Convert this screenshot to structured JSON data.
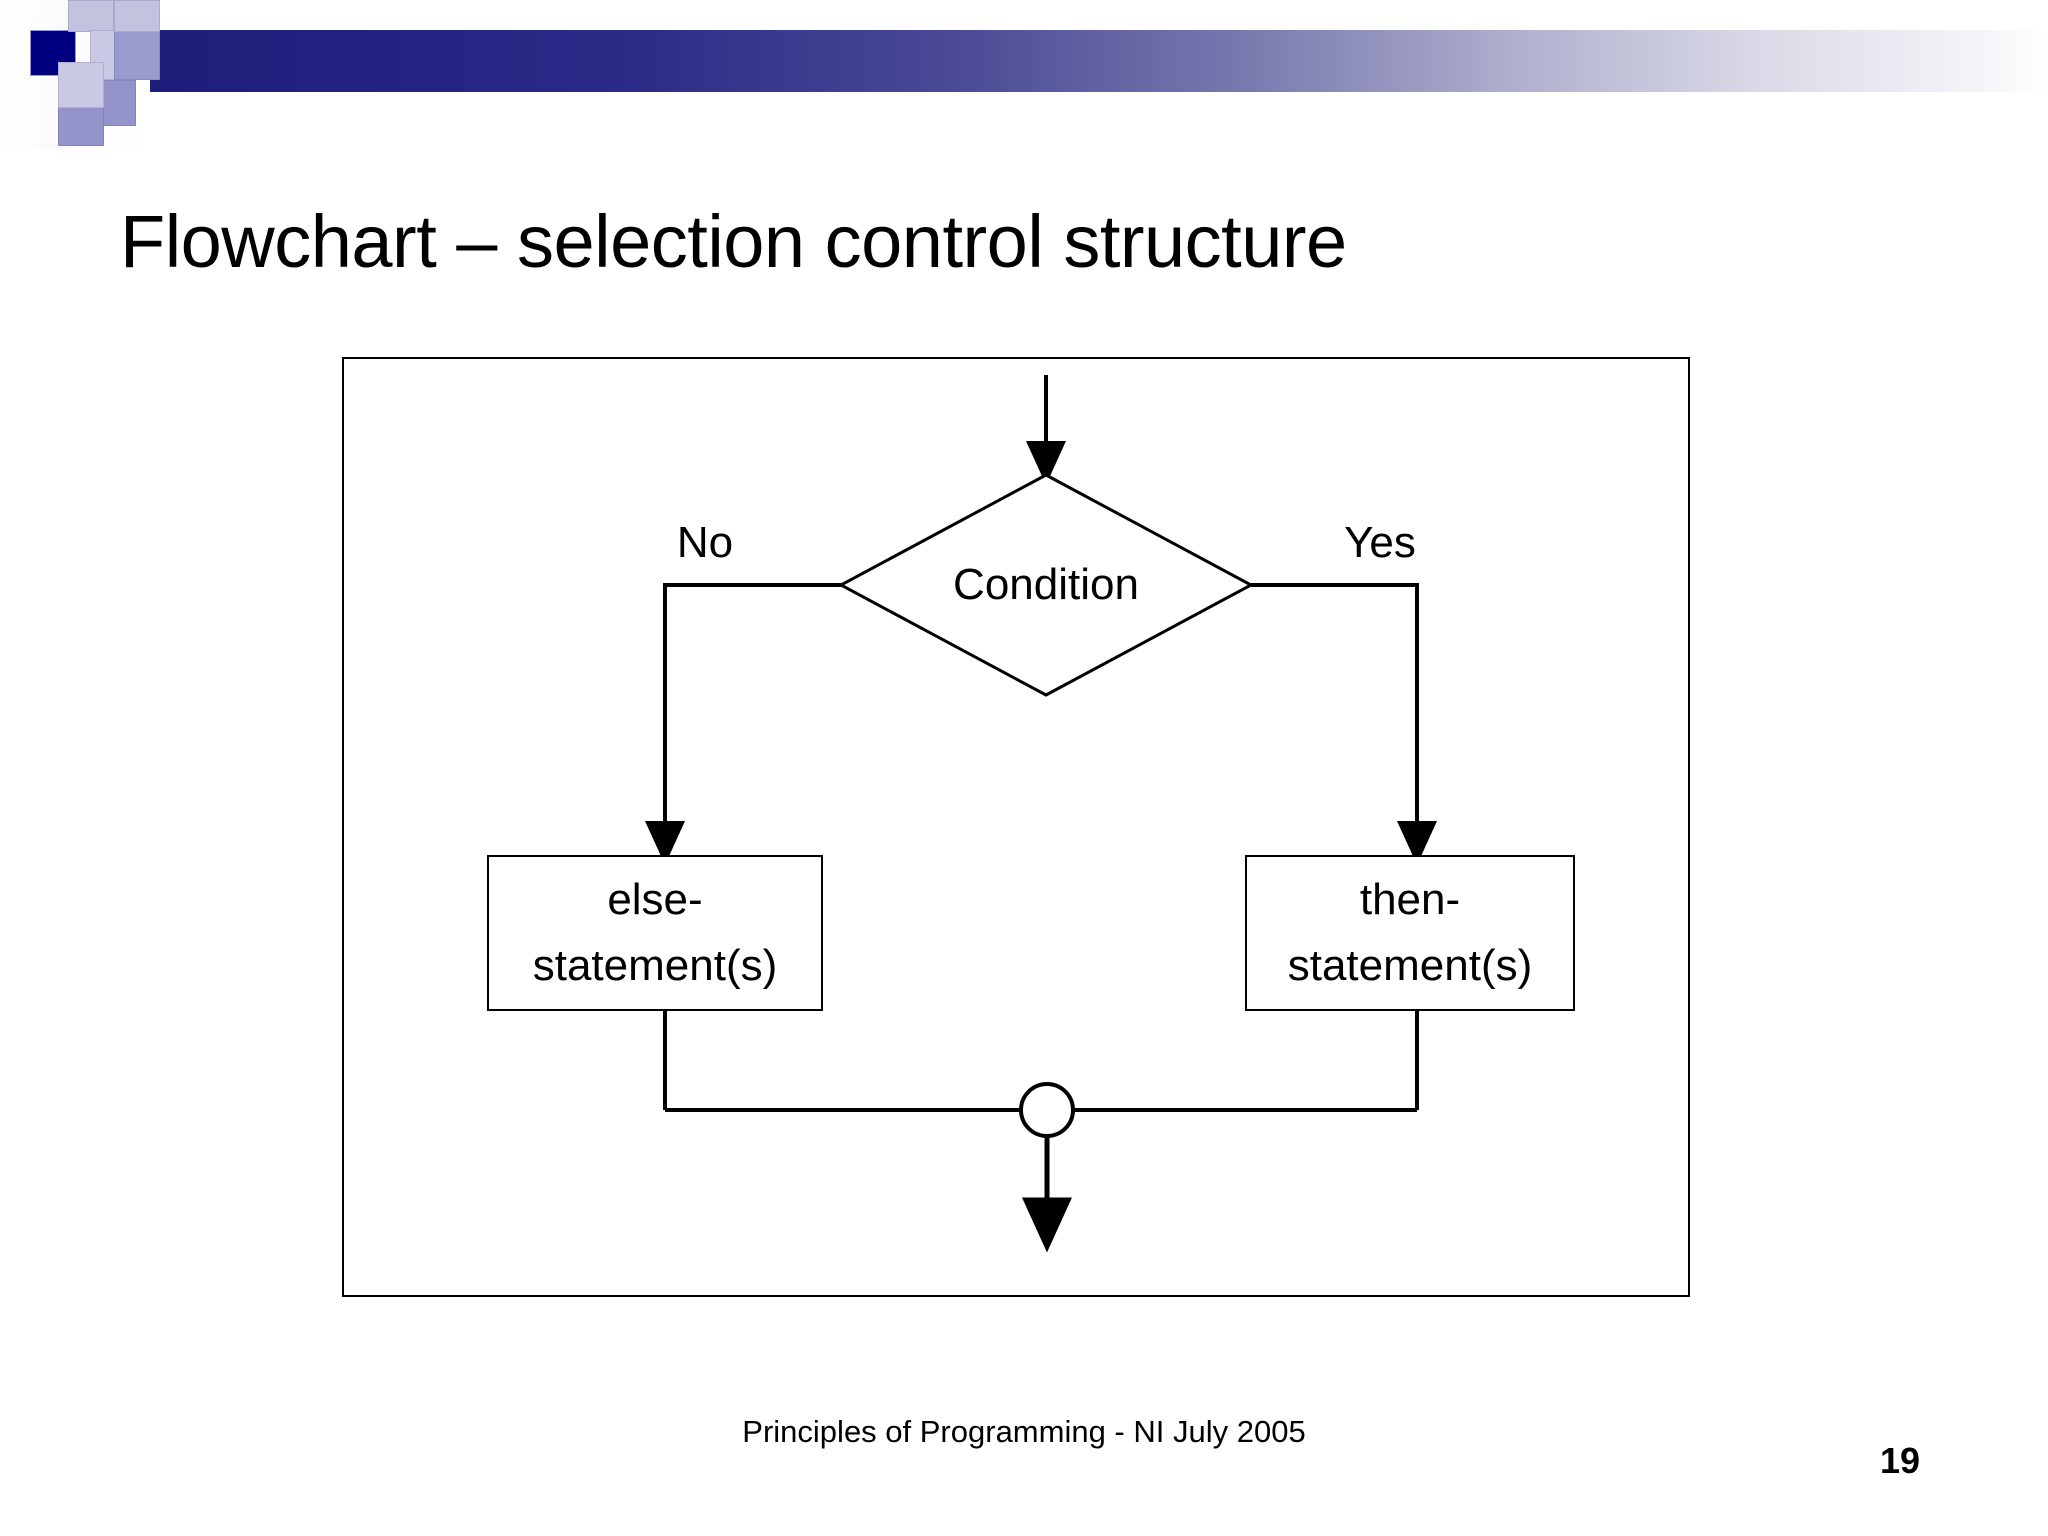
{
  "slide": {
    "title": "Flowchart – selection control structure",
    "page_number": "19",
    "footer": "Principles of Programming - NI July 2005"
  },
  "theme": {
    "accent_navy": "#000080",
    "band_dark": "#1d1d79",
    "band_light": "#c3c3e0",
    "line_color": "#000000",
    "background": "#ffffff"
  },
  "diagram": {
    "type": "flowchart",
    "name": "selection-control-structure",
    "decision": {
      "label": "Condition",
      "shape": "diamond"
    },
    "branches": [
      {
        "label": "No",
        "side": "left",
        "target": "else-box"
      },
      {
        "label": "Yes",
        "side": "right",
        "target": "then-box"
      }
    ],
    "nodes": [
      {
        "id": "else-box",
        "shape": "rectangle",
        "line1": "else-",
        "line2": "statement(s)"
      },
      {
        "id": "then-box",
        "shape": "rectangle",
        "line1": "then-",
        "line2": "statement(s)"
      }
    ],
    "merge": {
      "shape": "circle",
      "label": ""
    },
    "entry": {
      "shape": "arrow",
      "direction": "down"
    },
    "exit": {
      "shape": "arrow",
      "direction": "down"
    }
  }
}
